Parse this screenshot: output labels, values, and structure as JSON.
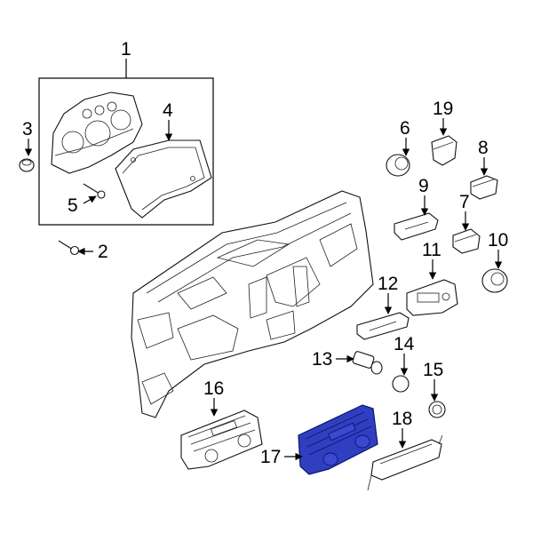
{
  "callouts": {
    "c1": "1",
    "c2": "2",
    "c3": "3",
    "c4": "4",
    "c5": "5",
    "c6": "6",
    "c7": "7",
    "c8": "8",
    "c9": "9",
    "c10": "10",
    "c11": "11",
    "c12": "12",
    "c13": "13",
    "c14": "14",
    "c15": "15",
    "c16": "16",
    "c17": "17",
    "c18": "18",
    "c19": "19"
  },
  "highlight_part": "17",
  "colors": {
    "highlight": "#2f3fc0",
    "line": "#000000",
    "background": "#ffffff"
  }
}
